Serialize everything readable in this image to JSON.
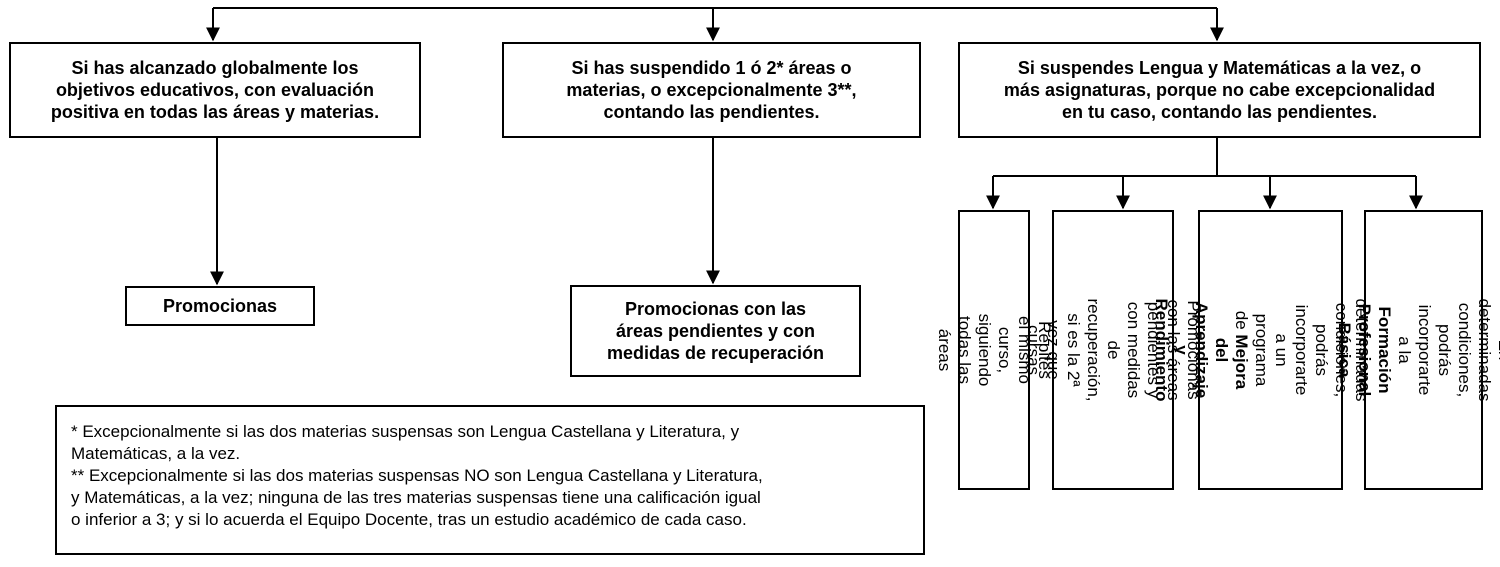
{
  "top_boxes": [
    {
      "text": "Si has alcanzado globalmente los\nobjetivos educativos, con evaluación\npositiva en todas las áreas y materias."
    },
    {
      "text": "Si has suspendido 1 ó 2* áreas o\nmaterias, o excepcionalmente 3**,\ncontando las pendientes."
    },
    {
      "text": "Si suspendes Lengua y Matemáticas a la vez, o\nmás asignaturas, porque no cabe excepcionalidad\nen tu caso, contando las pendientes."
    }
  ],
  "results": {
    "promotes": "Promocionas",
    "promotes_with_pending": "Promocionas con las\náreas pendientes y con\nmedidas de recuperación"
  },
  "options": [
    {
      "text": "Repites el mismo curso,\nsiguiendo todas las áreas"
    },
    {
      "text": "Promocionas con las áreas\npendientes y con medidas\nde recuperación, si es la 2ª\nvez que cursas"
    },
    {
      "pre": "En determinadas\ncondiciones, podrás\nincorporarte a un programa\nde ",
      "bold": "Mejora del Aprendizaje\ny Rendimiento"
    },
    {
      "pre": "En determinadas\ncondiciones, podrás\nincorporarte a la ",
      "bold": "Formación\nProfesional Básica"
    }
  ],
  "notes": {
    "note1": "* Excepcionalmente si las dos materias suspensas son Lengua Castellana y Literatura, y\nMatemáticas, a la vez.",
    "note2": "** Excepcionalmente si las dos materias suspensas NO son Lengua Castellana y Literatura,\ny Matemáticas, a la vez; ninguna de las tres materias suspensas tiene una calificación igual\no inferior a 3; y si lo acuerda el Equipo Docente, tras un estudio académico de cada caso."
  }
}
